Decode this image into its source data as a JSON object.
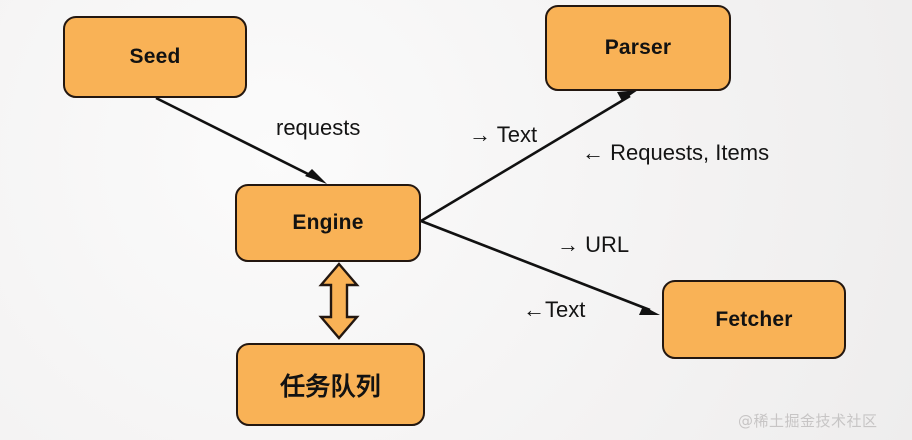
{
  "diagram": {
    "title": "Crawler architecture flow diagram",
    "background_color": "#f4f3f3",
    "node_fill": "#f9b256",
    "node_border": "#231710",
    "nodes": [
      {
        "id": "seed",
        "label": "Seed",
        "script": "latin"
      },
      {
        "id": "parser",
        "label": "Parser",
        "script": "latin"
      },
      {
        "id": "engine",
        "label": "Engine",
        "script": "latin"
      },
      {
        "id": "queue",
        "label": "任务队列",
        "script": "cjk"
      },
      {
        "id": "fetcher",
        "label": "Fetcher",
        "script": "latin"
      }
    ],
    "edge_labels": {
      "seed_to_engine": "requests",
      "engine_to_parser": "→ Text",
      "parser_to_engine": "← Requests, Items",
      "engine_to_fetcher": "→ URL",
      "fetcher_to_engine": "←Text"
    },
    "connectors": [
      {
        "from": "seed",
        "to": "engine",
        "style": "single-arrow",
        "color": "#111111"
      },
      {
        "from": "engine",
        "to": "parser",
        "style": "single-arrow",
        "color": "#111111"
      },
      {
        "from": "engine",
        "to": "fetcher",
        "style": "single-arrow",
        "color": "#111111"
      },
      {
        "from": "engine",
        "to": "queue",
        "style": "double-arrow",
        "color": "#f9b256"
      }
    ],
    "watermark": "@稀土掘金技术社区"
  }
}
